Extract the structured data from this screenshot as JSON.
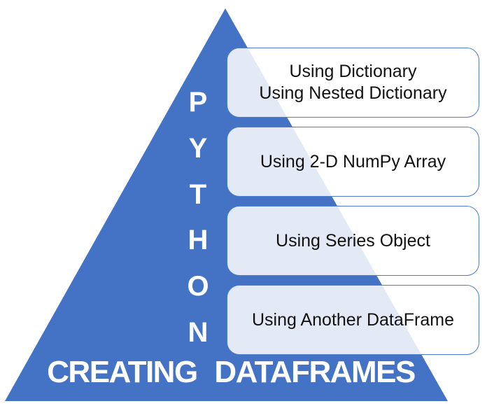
{
  "pyramid": {
    "letters": [
      "P",
      "Y",
      "T",
      "H",
      "O",
      "N"
    ],
    "base_title": "CREATING DATAFRAMES",
    "triangle_color": "#4472C4"
  },
  "boxes": [
    {
      "lines": [
        "Using Dictionary",
        "Using Nested Dictionary"
      ]
    },
    {
      "lines": [
        "Using 2-D NumPy Array"
      ]
    },
    {
      "lines": [
        "Using Series Object"
      ]
    },
    {
      "lines": [
        "Using Another DataFrame"
      ]
    }
  ],
  "colors": {
    "triangle_blue": "#4472C4",
    "box_border_blue": "#4d7cc9",
    "box_fill_tint_over_triangle": "#e5ebf7",
    "box_text": "#121212",
    "pyramid_text": "#FFFFFF"
  }
}
